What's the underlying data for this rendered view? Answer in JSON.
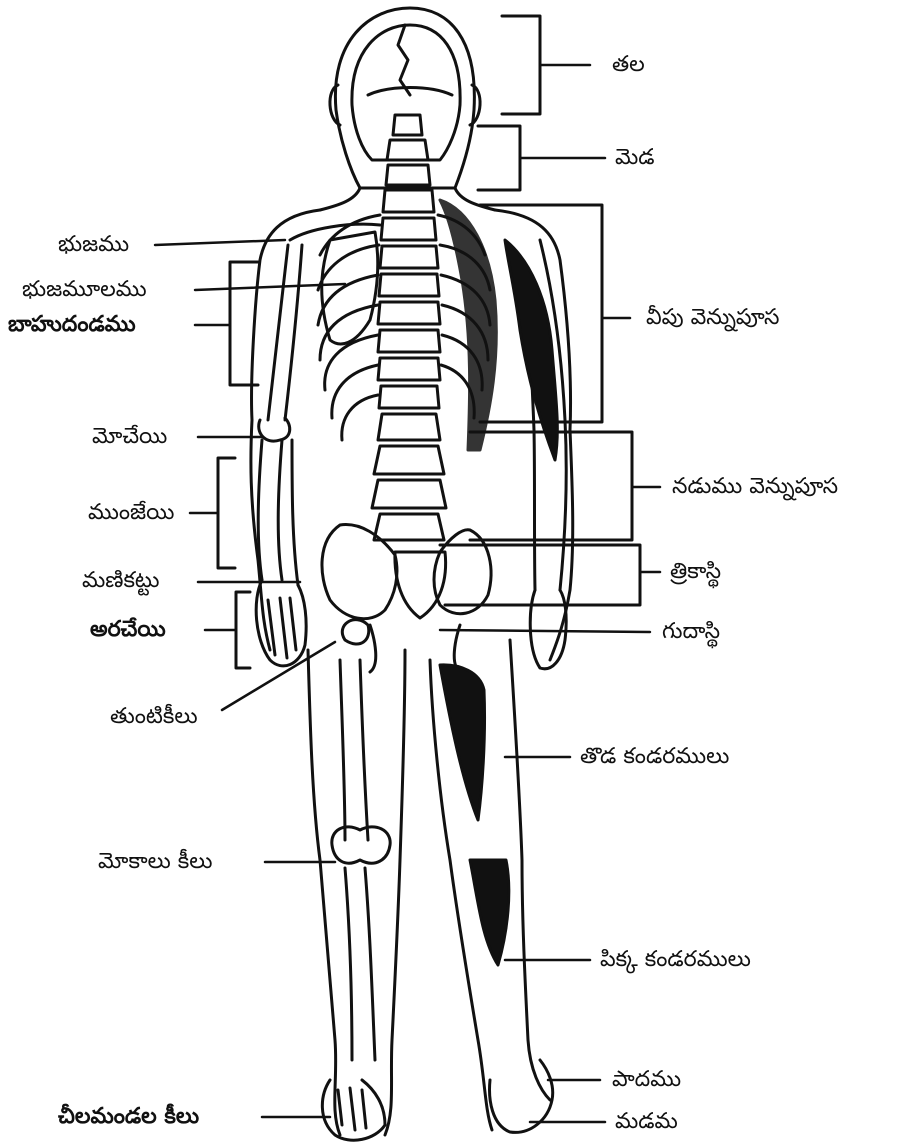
{
  "labels": {
    "tala": "తల",
    "meda": "మెడ",
    "bhujamu": "భుజము",
    "bhujamulamu": "భుజమూలము",
    "bahudandamu": "బాహుదండము",
    "mochei": "మోచేయి",
    "munjei": "ముంజేయి",
    "manikattu": "మణికట్టు",
    "arachei": "అరచేయి",
    "tuntikilu": "తుంటికీలు",
    "mokalu_kilu": "మోకాలు కీలు",
    "chilamandala_kilu": "చీలమండల కీలు",
    "veepu_vennupusa": "వీపు వెన్నుపూస",
    "naduma_vennupusa": "నడుము వెన్నుపూస",
    "trikasthi": "త్రికాస్థి",
    "gudasthi": "గుదాస్థి",
    "toda_kandaramulu": "తొడ కండరములు",
    "pikka_kandaramulu": "పిక్క కండరములు",
    "padamu": "పాదము",
    "madama": "మడమ"
  },
  "colors": {
    "ink": "#111111",
    "paper": "#ffffff"
  }
}
